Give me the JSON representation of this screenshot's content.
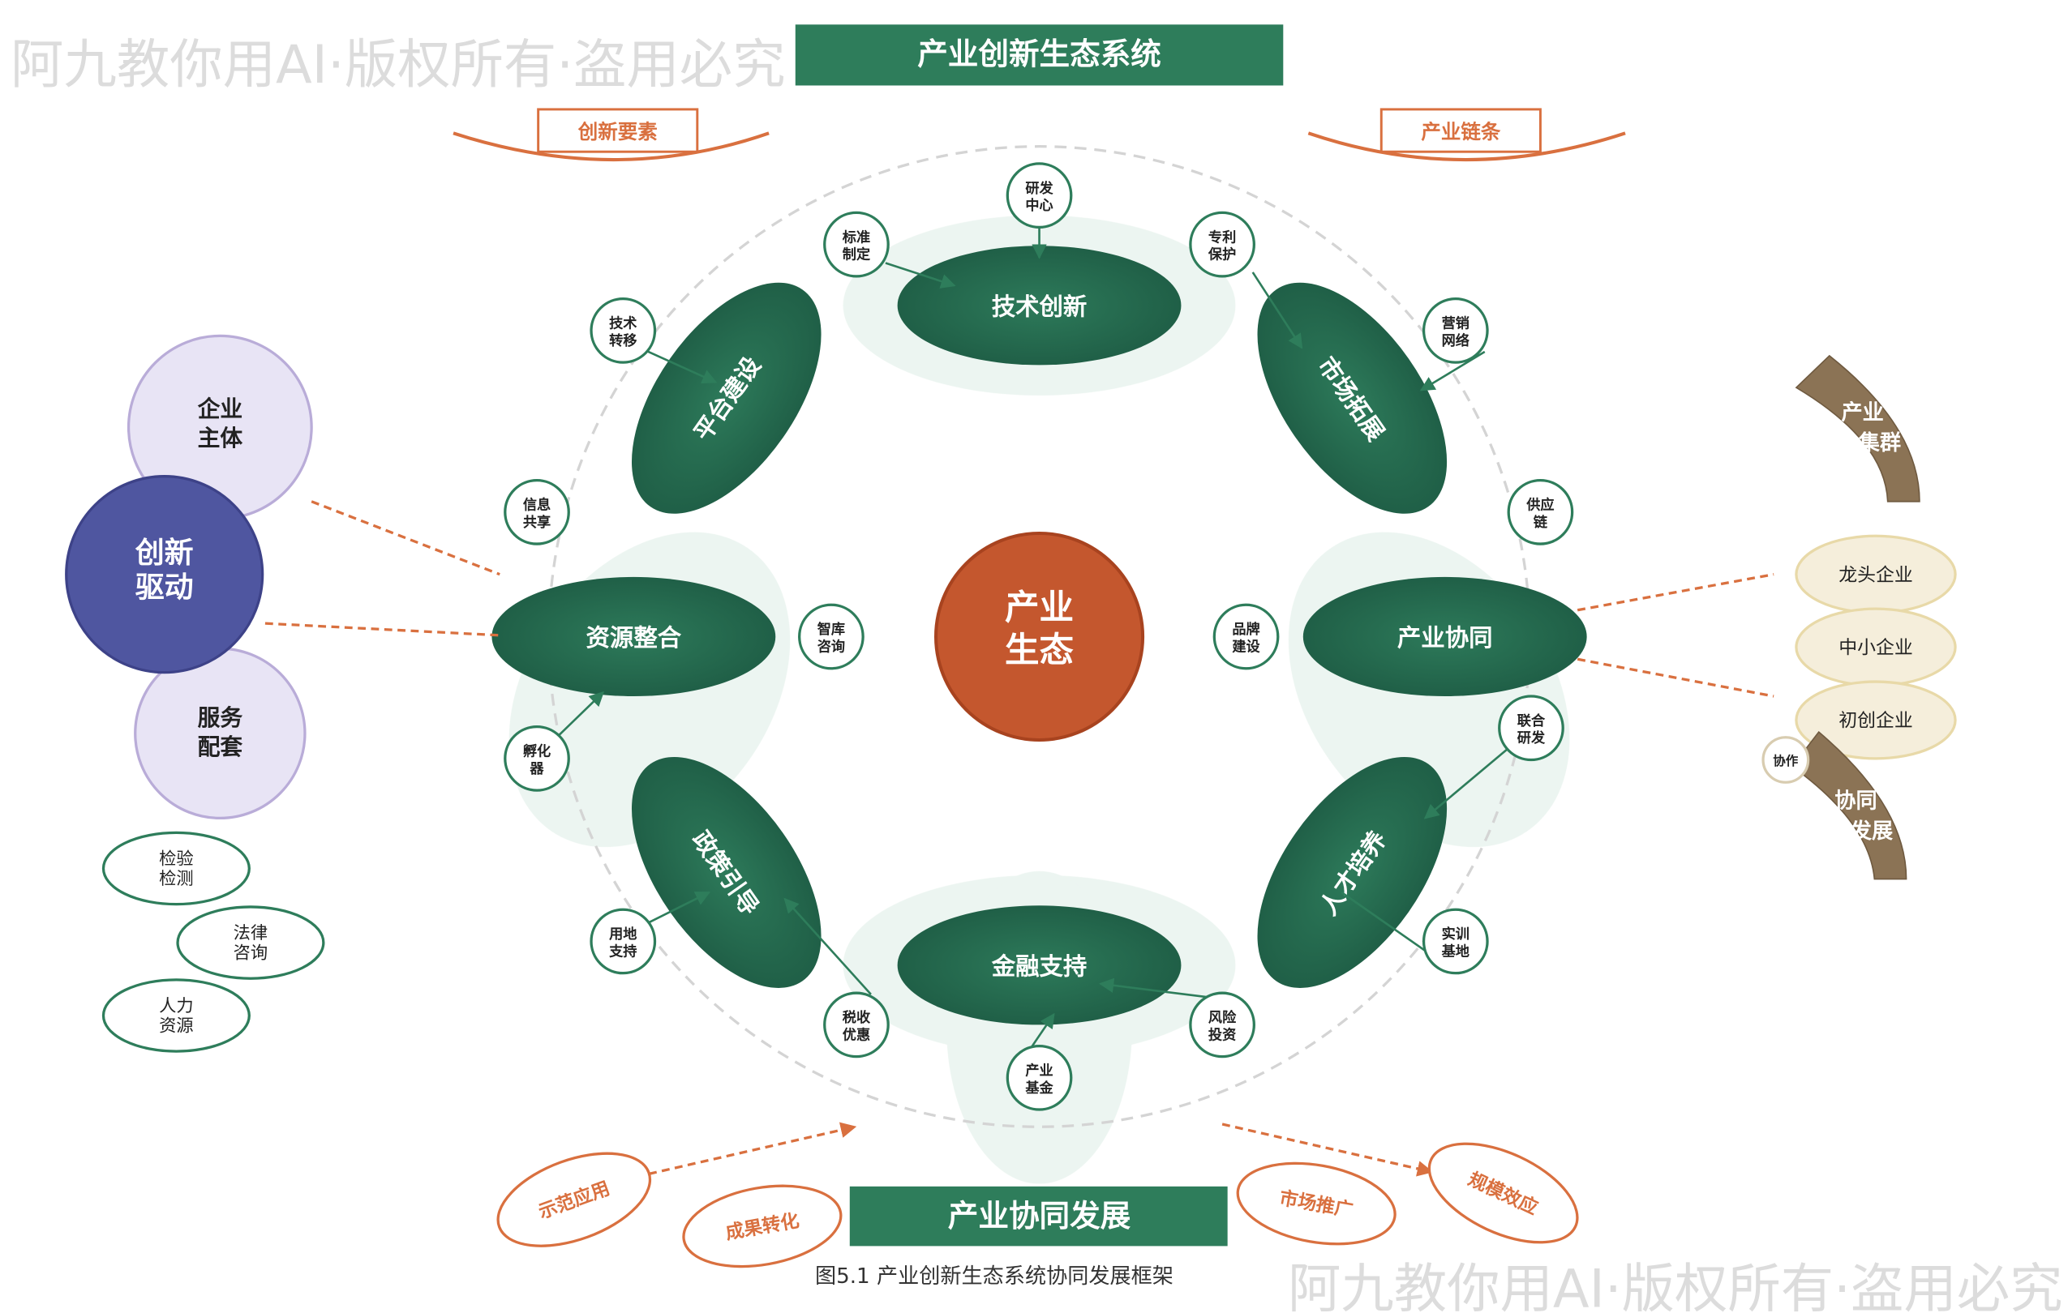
{
  "watermark": "阿九教你用AI·版权所有·盗用必究",
  "title": "产业创新生态系统",
  "top_labels": {
    "left": "创新要素",
    "right": "产业链条"
  },
  "center": {
    "line1": "产业",
    "line2": "生态"
  },
  "nodes": {
    "tech": "技术创新",
    "finance": "金融支持",
    "resource": "资源整合",
    "synergy": "产业协同",
    "platform": "平台建设",
    "market": "市场拓展",
    "policy": "政策引导",
    "talent": "人才培养"
  },
  "bubbles": {
    "rd": [
      "研发",
      "中心"
    ],
    "standard": [
      "标准",
      "制定"
    ],
    "patent": [
      "专利",
      "保护"
    ],
    "transfer": [
      "技术",
      "转移"
    ],
    "marketing": [
      "营销",
      "网络"
    ],
    "info": [
      "信息",
      "共享"
    ],
    "supply": [
      "供应",
      "链"
    ],
    "think": [
      "智库",
      "咨询"
    ],
    "brand": [
      "品牌",
      "建设"
    ],
    "incubator": [
      "孵化",
      "器"
    ],
    "joint": [
      "联合",
      "研发"
    ],
    "land": [
      "用地",
      "支持"
    ],
    "training": [
      "实训",
      "基地"
    ],
    "tax": [
      "税收",
      "优惠"
    ],
    "venture": [
      "风险",
      "投资"
    ],
    "fund": [
      "产业",
      "基金"
    ]
  },
  "left": {
    "enterprise": [
      "企业",
      "主体"
    ],
    "drive": [
      "创新",
      "驱动"
    ],
    "service": [
      "服务",
      "配套"
    ],
    "services": [
      [
        "检验",
        "检测"
      ],
      [
        "法律",
        "咨询"
      ],
      [
        "人力",
        "资源"
      ]
    ]
  },
  "right": {
    "cluster": [
      "产业",
      "集群"
    ],
    "enterprises": [
      "龙头企业",
      "中小企业",
      "初创企业"
    ],
    "cooperate": "协作",
    "develop": [
      "协同",
      "发展"
    ]
  },
  "bottom": {
    "title": "产业协同发展",
    "outcomes": [
      "示范应用",
      "成果转化",
      "市场推广",
      "规模效应"
    ],
    "caption": "图5.1 产业创新生态系统协同发展框架"
  },
  "colors": {
    "green": "#2e7d5b",
    "dark_green": "#1f5e45",
    "orange": "#d9703f",
    "center": "#c4572e",
    "indigo": "#4f56a0",
    "lavender": "#e8e4f5",
    "brown": "#8b7355",
    "beige": "#f5eedb"
  }
}
